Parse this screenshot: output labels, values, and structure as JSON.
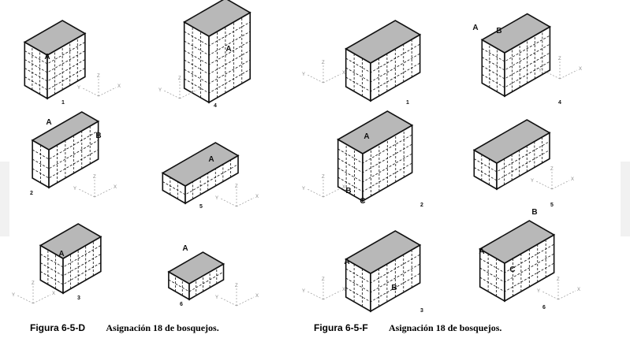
{
  "captions": [
    {
      "figure": "Figura 6-5-D",
      "text": "Asignación 18 de bosquejos."
    },
    {
      "figure": "Figura 6-5-F",
      "text": "Asignación 18 de bosquejos."
    }
  ],
  "axis_labels": {
    "x": "X",
    "y": "Y",
    "z": "Z"
  },
  "colors": {
    "shade": "#b8b8b8",
    "line": "#111111"
  },
  "sets": [
    {
      "figures": [
        {
          "number": "1",
          "labels": [
            "A"
          ]
        },
        {
          "number": "4",
          "labels": [
            "A"
          ]
        },
        {
          "number": "2",
          "labels": [
            "A",
            "B"
          ]
        },
        {
          "number": "5",
          "labels": [
            "A"
          ]
        },
        {
          "number": "3",
          "labels": [
            "A"
          ]
        },
        {
          "number": "6",
          "labels": [
            "A"
          ]
        }
      ]
    },
    {
      "figures": [
        {
          "number": "1",
          "labels": []
        },
        {
          "number": "4",
          "labels": [
            "A",
            "B"
          ]
        },
        {
          "number": "2",
          "labels": [
            "A",
            "B",
            "C"
          ]
        },
        {
          "number": "5",
          "labels": []
        },
        {
          "number": "3",
          "labels": [
            "A",
            "B"
          ]
        },
        {
          "number": "6",
          "labels": [
            "A",
            "B",
            "C"
          ]
        }
      ]
    }
  ]
}
